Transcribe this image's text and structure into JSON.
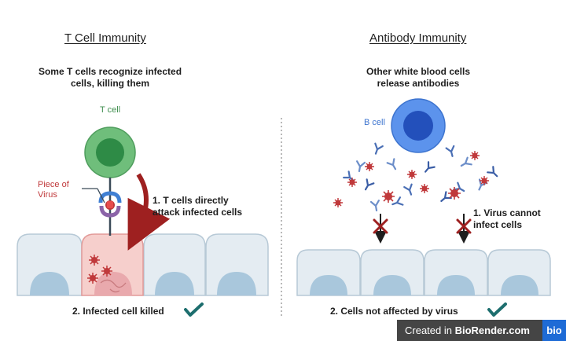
{
  "left": {
    "title": "T Cell Immunity",
    "subtitle_line1": "Some T cells recognize infected",
    "subtitle_line2": "cells, killing them",
    "t_cell_label": "T cell",
    "virus_label_line1": "Piece of",
    "virus_label_line2": "Virus",
    "step1_line1": "1. T cells directly",
    "step1_line2": "attack infected cells",
    "step2": "2. Infected cell killed"
  },
  "right": {
    "title": "Antibody Immunity",
    "subtitle_line1": "Other white blood cells",
    "subtitle_line2": "release antibodies",
    "b_cell_label": "B cell",
    "step1_line1": "1. Virus cannot",
    "step1_line2": "infect cells",
    "step2": "2. Cells not affected by virus"
  },
  "badge": {
    "prefix": "Created in ",
    "brand": "BioRender.com",
    "logo": "bio"
  },
  "colors": {
    "t_cell": "#6fbe7b",
    "t_cell_nucleus": "#2e8b46",
    "b_cell": "#5c93ec",
    "b_cell_nucleus": "#2350bb",
    "virus": "#c0393b",
    "arrow": "#9e2020",
    "check": "#1d6e6e",
    "cell_fill": "#e4ecf2",
    "nucleus": "#a9c7dc",
    "infected_cell": "#f6cfcc"
  },
  "icons": [
    "t-cell-icon",
    "b-cell-icon",
    "virus-icon",
    "antibody-icon",
    "receptor-icon",
    "check-icon",
    "blocked-arrow-icon",
    "curved-arrow-icon"
  ]
}
